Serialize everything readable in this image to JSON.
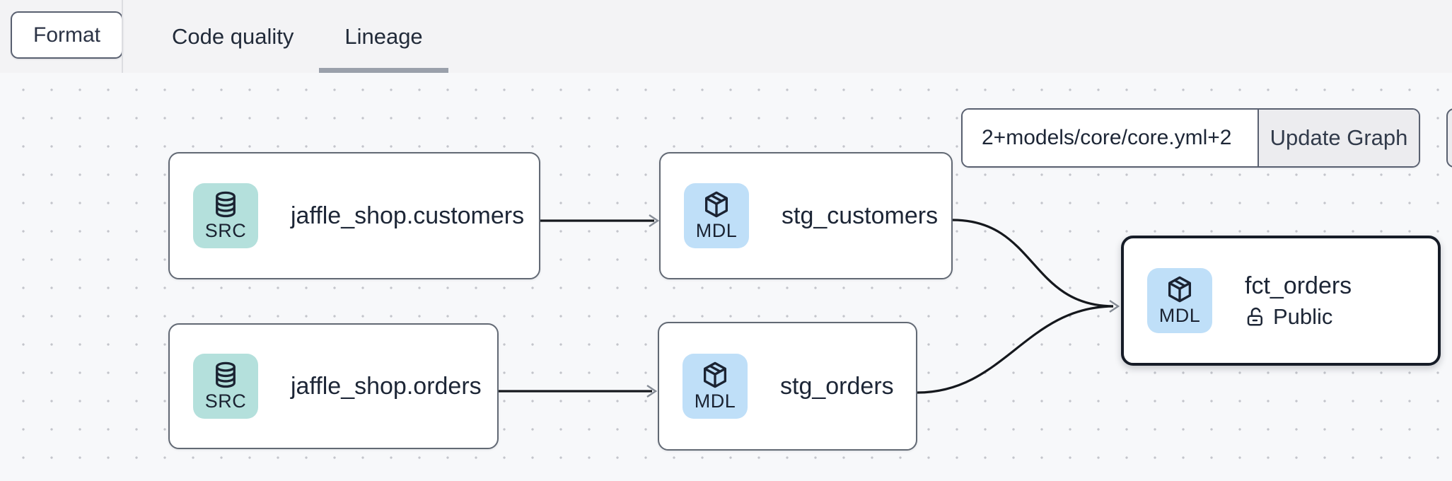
{
  "toolbar": {
    "format_label": "Format",
    "tabs": [
      {
        "label": "Code quality",
        "active": false
      },
      {
        "label": "Lineage",
        "active": true
      }
    ]
  },
  "lineage": {
    "filter": {
      "value": "2+models/core/core.yml+2",
      "update_button_label": "Update Graph"
    },
    "nodes": [
      {
        "id": "source-jaffle-shop-customers",
        "type": "source",
        "type_label": "SRC",
        "icon": "database-icon",
        "title": "jaffle_shop.customers"
      },
      {
        "id": "model-stg-customers",
        "type": "model",
        "type_label": "MDL",
        "icon": "cube-icon",
        "title": "stg_customers"
      },
      {
        "id": "source-jaffle-shop-orders",
        "type": "source",
        "type_label": "SRC",
        "icon": "database-icon",
        "title": "jaffle_shop.orders"
      },
      {
        "id": "model-stg-orders",
        "type": "model",
        "type_label": "MDL",
        "icon": "cube-icon",
        "title": "stg_orders"
      },
      {
        "id": "model-fct-orders",
        "type": "model",
        "type_label": "MDL",
        "icon": "cube-icon",
        "title": "fct_orders",
        "access_label": "Public",
        "selected": true
      }
    ],
    "edges": [
      {
        "from": "source-jaffle-shop-customers",
        "to": "model-stg-customers"
      },
      {
        "from": "source-jaffle-shop-orders",
        "to": "model-stg-orders"
      },
      {
        "from": "model-stg-customers",
        "to": "model-fct-orders"
      },
      {
        "from": "model-stg-orders",
        "to": "model-fct-orders"
      }
    ]
  },
  "colors": {
    "topbar_bg": "#f3f3f5",
    "canvas_bg": "#f7f8fa",
    "canvas_dot": "#c3c5cb",
    "node_border": "#626974",
    "selected_node_border": "#161c27",
    "source_icon_bg": "#b4e0dc",
    "model_icon_bg": "#bfdff8",
    "edge": "#15181d",
    "arrowhead": "#868c96",
    "text_dark": "#1d2636",
    "tab_underline": "#9aa0ab",
    "button_bg": "#ececef"
  }
}
